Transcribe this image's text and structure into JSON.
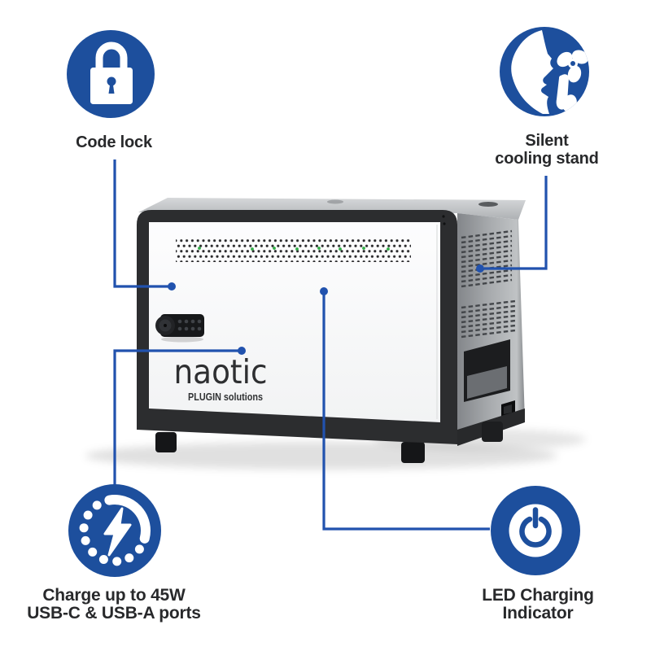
{
  "product": {
    "logo": "naotic",
    "tagline": "PLUGIN solutions"
  },
  "colors": {
    "accent_blue": "#1d4f9d",
    "connector_blue": "#2152ae",
    "label_text": "#28292b",
    "cabinet_frame": "#2c2d2f",
    "cabinet_side_gray": "#a9acaf",
    "door_white": "#fcfdfd",
    "led_green": "#2fae45"
  },
  "features": [
    {
      "id": "code-lock",
      "icon": "padlock-icon",
      "label": "Code lock"
    },
    {
      "id": "silent-cooling-stand",
      "icon": "silent-cooling-fan-icon",
      "line1": "Silent",
      "line2": "cooling stand"
    },
    {
      "id": "fast-charge",
      "icon": "charging-bolt-icon",
      "line1": "Charge up to 45W",
      "line2": "USB-C & USB-A ports"
    },
    {
      "id": "led-indicator",
      "icon": "power-button-icon",
      "line1": "LED Charging",
      "line2": "Indicator"
    }
  ]
}
